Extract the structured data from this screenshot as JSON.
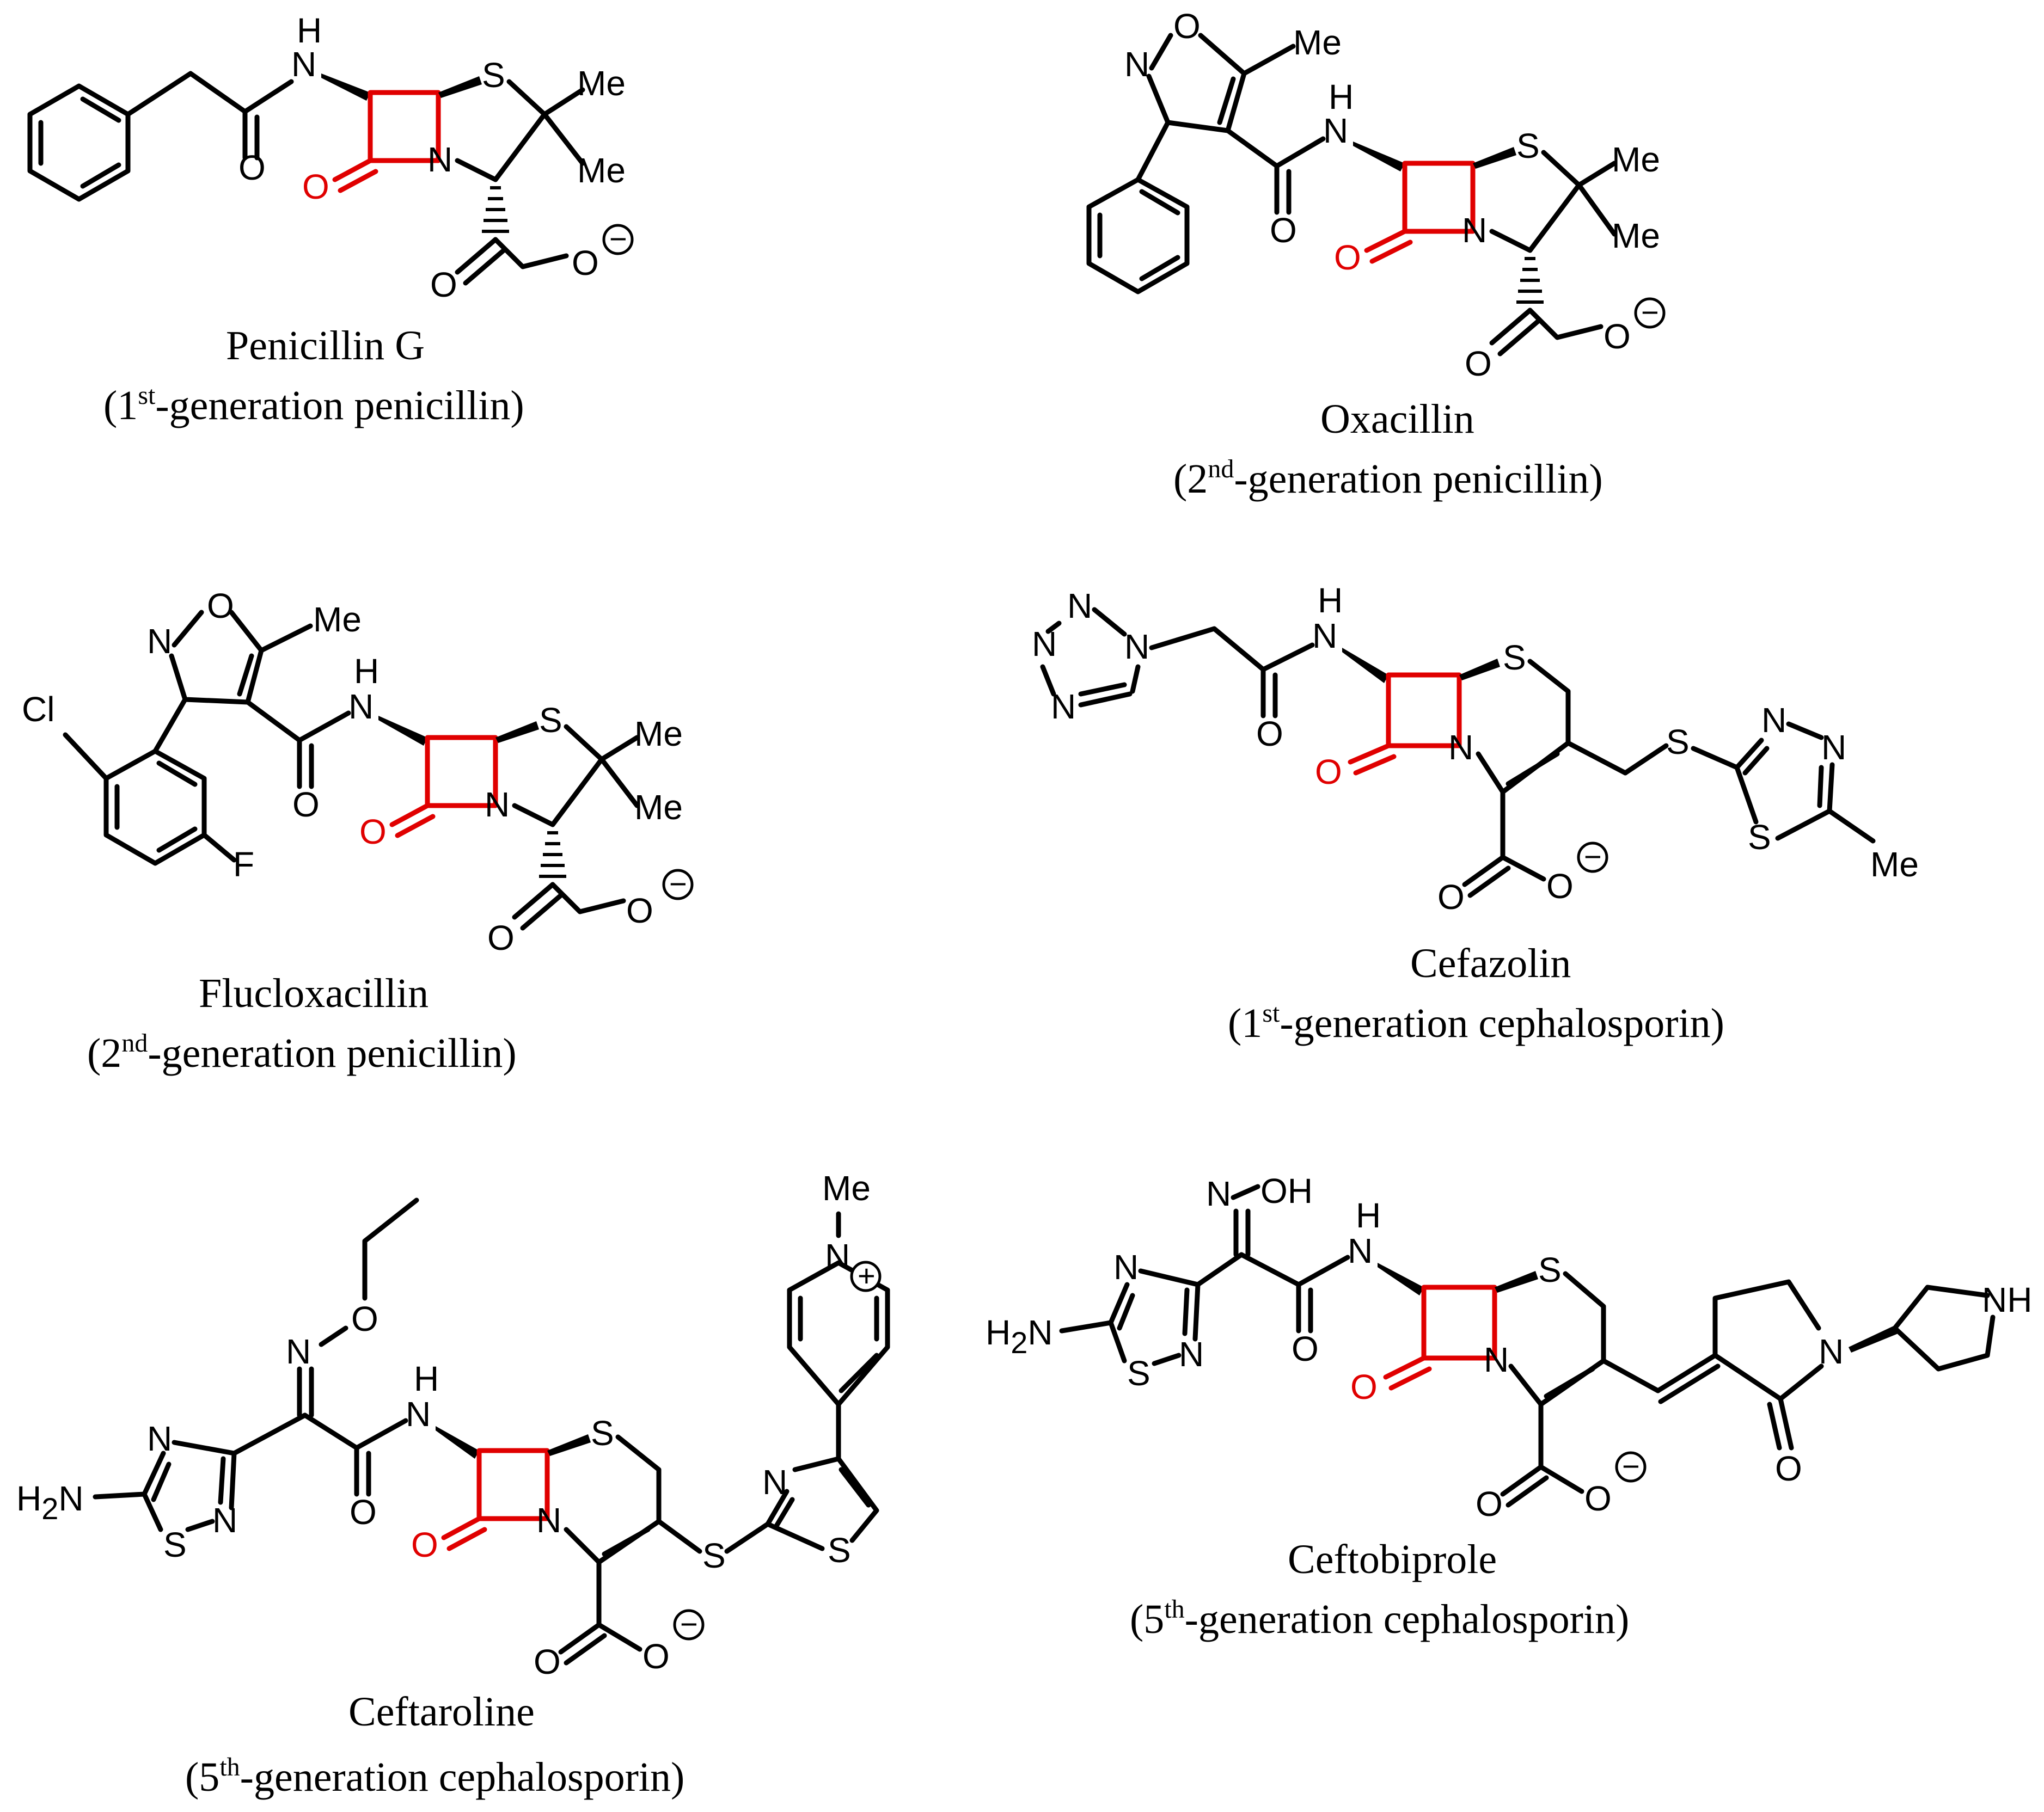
{
  "molecules": [
    {
      "name": "Penicillin G",
      "gen_prefix": "(1",
      "gen_sup": "st",
      "gen_suffix": "-generation penicillin)"
    },
    {
      "name": "Oxacillin",
      "gen_prefix": "(2",
      "gen_sup": "nd",
      "gen_suffix": "-generation penicillin)"
    },
    {
      "name": "Flucloxacillin",
      "gen_prefix": "(2",
      "gen_sup": "nd",
      "gen_suffix": "-generation penicillin)"
    },
    {
      "name": "Cefazolin",
      "gen_prefix": "(1",
      "gen_sup": "st",
      "gen_suffix": "-generation cephalosporin)"
    },
    {
      "name": "Ceftaroline",
      "gen_prefix": "(5",
      "gen_sup": "th",
      "gen_suffix": "-generation cephalosporin)"
    },
    {
      "name": "Ceftobiprole",
      "gen_prefix": "(5",
      "gen_sup": "th",
      "gen_suffix": "-generation cephalosporin)"
    }
  ],
  "atoms": {
    "H": "H",
    "N": "N",
    "O": "O",
    "S": "S",
    "Me": "Me",
    "Cl": "Cl",
    "F": "F",
    "NH": "NH",
    "OH": "OH",
    "H2N_H": "H",
    "H2N_sub": "2",
    "H2N_N": "N",
    "minus": "−",
    "plus": "+"
  },
  "colors": {
    "beta_lactam": "#e00000",
    "structure": "#000000",
    "background": "#ffffff"
  }
}
